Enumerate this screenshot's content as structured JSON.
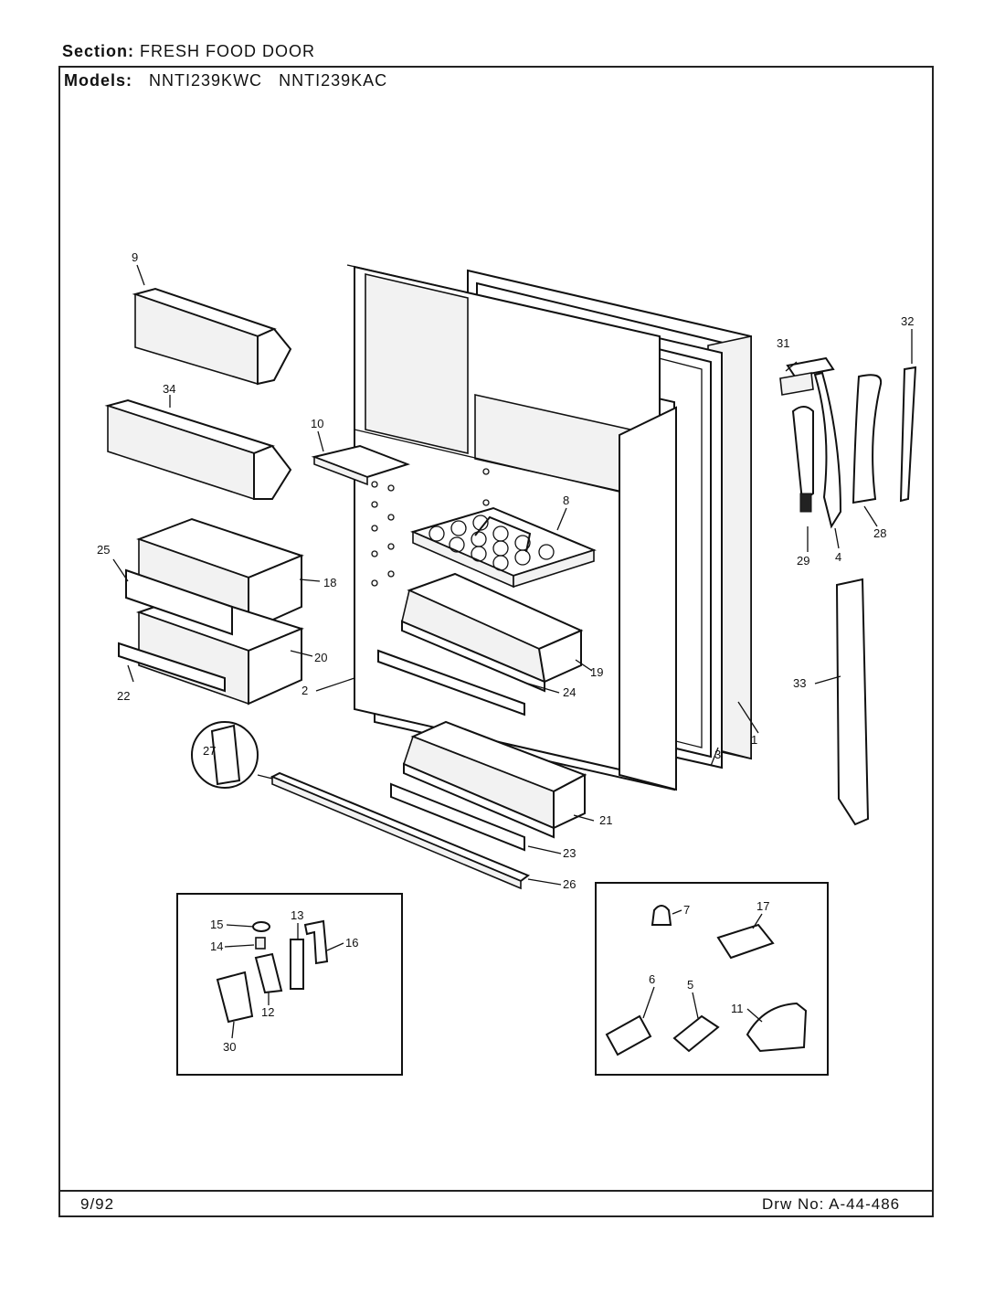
{
  "header": {
    "section_label": "Section:",
    "section_value": "FRESH FOOD DOOR",
    "models_label": "Models:",
    "model_1": "NNTI239KWC",
    "model_2": "NNTI239KAC"
  },
  "footer": {
    "date": "9/92",
    "drawing_number": "Drw No: A-44-486"
  },
  "callouts": {
    "c1": "1",
    "c2": "2",
    "c3": "3",
    "c4": "4",
    "c5": "5",
    "c6": "6",
    "c7": "7",
    "c8": "8",
    "c9": "9",
    "c10": "10",
    "c11": "11",
    "c12": "12",
    "c13": "13",
    "c14": "14",
    "c15": "15",
    "c16": "16",
    "c17": "17",
    "c18": "18",
    "c19": "19",
    "c20": "20",
    "c21": "21",
    "c22": "22",
    "c23": "23",
    "c24": "24",
    "c25": "25",
    "c26": "26",
    "c27": "27",
    "c28": "28",
    "c29": "29",
    "c30": "30",
    "c31": "31",
    "c32": "32",
    "c33": "33",
    "c34": "34"
  }
}
